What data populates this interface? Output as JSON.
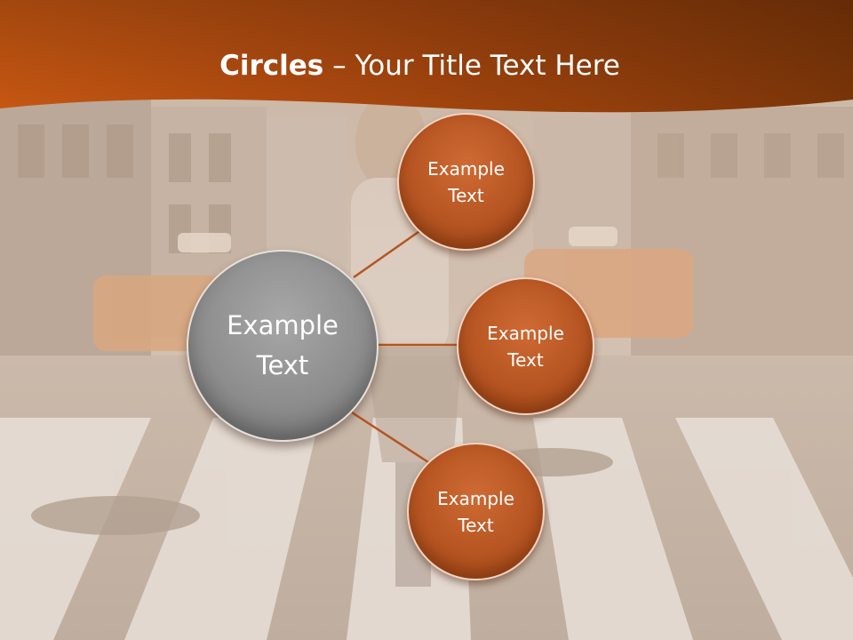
{
  "slide": {
    "title_bold": "Circles",
    "title_rest": " – Your Title Text Here"
  },
  "center_circle": {
    "line1": "Example",
    "line2": "Text"
  },
  "satellites": [
    {
      "line1": "Example",
      "line2": "Text"
    },
    {
      "line1": "Example",
      "line2": "Text"
    },
    {
      "line1": "Example",
      "line2": "Text"
    }
  ],
  "colors": {
    "header_orange": "#b5521c",
    "satellite_orange": "#b65522",
    "center_gray": "#8d8d8d",
    "connector": "#b5541f"
  }
}
